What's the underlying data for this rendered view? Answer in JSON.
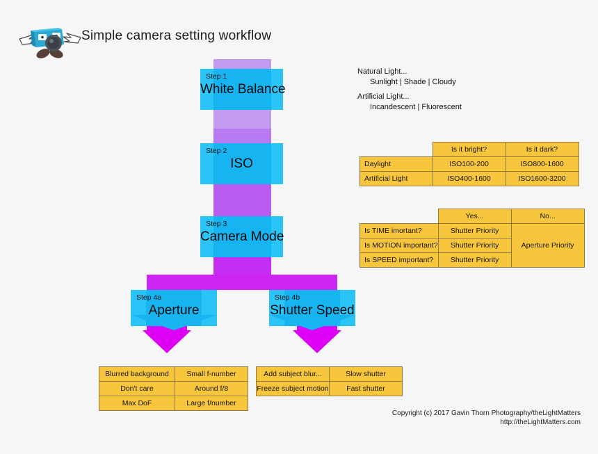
{
  "header": {
    "title": "Simple camera setting workflow",
    "logo_name": "camera-mascot-logo"
  },
  "steps": [
    {
      "label": "Step 1",
      "title": "White Balance"
    },
    {
      "label": "Step 2",
      "title": "ISO"
    },
    {
      "label": "Step 3",
      "title": "Camera Mode"
    },
    {
      "label": "Step 4a",
      "title": "Aperture"
    },
    {
      "label": "Step 4b",
      "title": "Shutter Speed"
    }
  ],
  "notes": {
    "natural_heading": "Natural Light...",
    "natural_values": "Sunlight | Shade | Cloudy",
    "artificial_heading": "Artificial Light...",
    "artificial_values": "Incandescent | Fluorescent"
  },
  "iso_table": {
    "headers": [
      "",
      "Is it bright?",
      "Is it dark?"
    ],
    "rows": [
      {
        "label": "Daylight",
        "bright": "ISO100-200",
        "dark": "ISO800-1600"
      },
      {
        "label": "Artificial Light",
        "bright": "ISO400-1600",
        "dark": "ISO1600-3200"
      }
    ]
  },
  "mode_table": {
    "headers": [
      "",
      "Yes...",
      "No..."
    ],
    "rows": [
      {
        "label": "Is TIME imortant?",
        "yes": "Shutter Priority"
      },
      {
        "label": "Is MOTION important?",
        "yes": "Shutter Priority"
      },
      {
        "label": "Is SPEED important?",
        "yes": "Shutter Priority"
      }
    ],
    "no_value": "Aperture Priority"
  },
  "aperture_table": {
    "rows": [
      {
        "condition": "Blurred background",
        "setting": "Small f-number"
      },
      {
        "condition": "Don't care",
        "setting": "Around f/8"
      },
      {
        "condition": "Max DoF",
        "setting": "Large f/number"
      }
    ]
  },
  "shutter_table": {
    "rows": [
      {
        "condition": "Add subject blur...",
        "setting": "Slow shutter"
      },
      {
        "condition": "Freeze subject motion",
        "setting": "Fast shutter"
      }
    ]
  },
  "footer": {
    "copyright": "Copyright (c) 2017 Gavin Thorn Photography/theLightMatters",
    "url": "http://theLightMatters.com"
  },
  "colors": {
    "background": "#f6f6f6",
    "step_box": "#2bc4f7",
    "step_box_inner": "#17b4f2",
    "spine_top": "#c29bf0",
    "spine_bottom": "#dd00f5",
    "table_fill": "#f8c63c",
    "table_border": "#8d7a44"
  }
}
